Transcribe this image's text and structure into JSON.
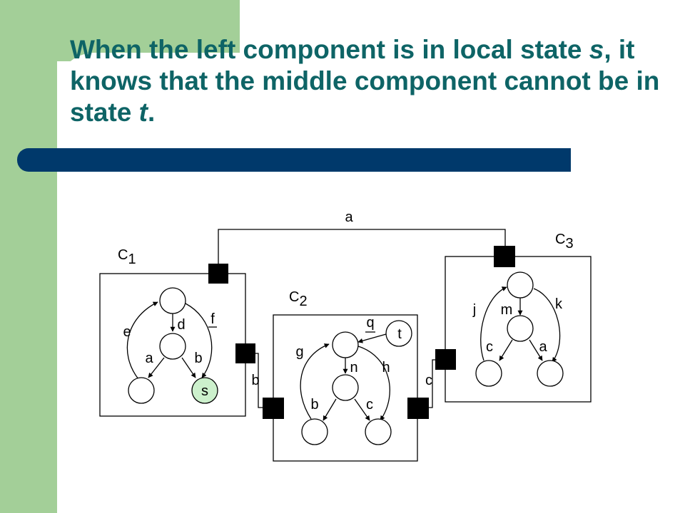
{
  "slide": {
    "title_parts": [
      {
        "text": "When the left component is in local state ",
        "italic": false
      },
      {
        "text": "s",
        "italic": true
      },
      {
        "text": ", it knows that the middle component cannot be in state ",
        "italic": false
      },
      {
        "text": "t",
        "italic": true
      },
      {
        "text": ".",
        "italic": false
      }
    ]
  },
  "colors": {
    "title": "#0e6466",
    "rule": "#00396b",
    "green_band": "#a3cf98",
    "highlight_state": "#ccf0cc"
  },
  "diagram": {
    "top_connection_label": "a",
    "link_left_label": "b",
    "link_right_label": "c",
    "components": [
      {
        "id": "C1",
        "name": "C",
        "subscript": "1",
        "states": [
          {
            "id": "top",
            "label": ""
          },
          {
            "id": "mid",
            "label": ""
          },
          {
            "id": "bl",
            "label": ""
          },
          {
            "id": "br",
            "label": "s",
            "highlighted": true
          }
        ],
        "transition_labels": {
          "e": "e",
          "d": "d",
          "f": "f",
          "a": "a",
          "b": "b"
        }
      },
      {
        "id": "C2",
        "name": "C",
        "subscript": "2",
        "states": [
          {
            "id": "t",
            "label": "t"
          },
          {
            "id": "top",
            "label": ""
          },
          {
            "id": "mid",
            "label": ""
          },
          {
            "id": "bl",
            "label": ""
          },
          {
            "id": "br",
            "label": ""
          }
        ],
        "transition_labels": {
          "q": "q",
          "g": "g",
          "n": "n",
          "h": "h",
          "b": "b",
          "c": "c"
        }
      },
      {
        "id": "C3",
        "name": "C",
        "subscript": "3",
        "states": [
          {
            "id": "top",
            "label": ""
          },
          {
            "id": "mid",
            "label": ""
          },
          {
            "id": "bl",
            "label": ""
          },
          {
            "id": "br",
            "label": ""
          }
        ],
        "transition_labels": {
          "j": "j",
          "m": "m",
          "k": "k",
          "c": "c",
          "a": "a"
        }
      }
    ]
  }
}
